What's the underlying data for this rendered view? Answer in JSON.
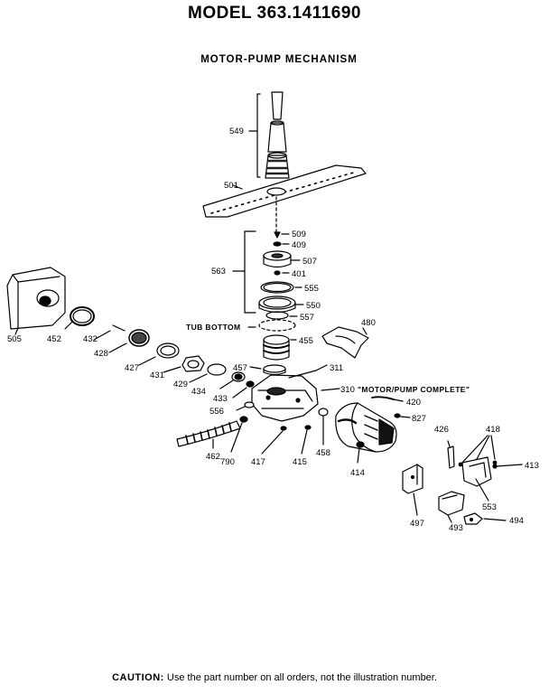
{
  "header": {
    "title": "MODEL 363.1411690",
    "subtitle": "MOTOR-PUMP MECHANISM"
  },
  "labels": {
    "p549": "549",
    "p501": "501",
    "p509": "509",
    "p409": "409",
    "p507": "507",
    "p563": "563",
    "p401": "401",
    "p555": "555",
    "p550": "550",
    "p557": "557",
    "tub_bottom": "TUB BOTTOM",
    "p480": "480",
    "p455": "455",
    "p311": "311",
    "p457": "457",
    "p310": "310",
    "motor_pump_complete": "\"MOTOR/PUMP COMPLETE\"",
    "p420": "420",
    "p827": "827",
    "p505": "505",
    "p452": "452",
    "p432": "432",
    "p428": "428",
    "p427": "427",
    "p431": "431",
    "p429": "429",
    "p434": "434",
    "p433": "433",
    "p556": "556",
    "p462": "462",
    "p790": "790",
    "p417": "417",
    "p415": "415",
    "p458": "458",
    "p414": "414",
    "p426": "426",
    "p418": "418",
    "p413": "413",
    "p553": "553",
    "p497": "497",
    "p493": "493",
    "p494": "494"
  },
  "footer": {
    "caution_label": "CAUTION:",
    "caution_text": "Use the part number on all orders, not the illustration number."
  }
}
